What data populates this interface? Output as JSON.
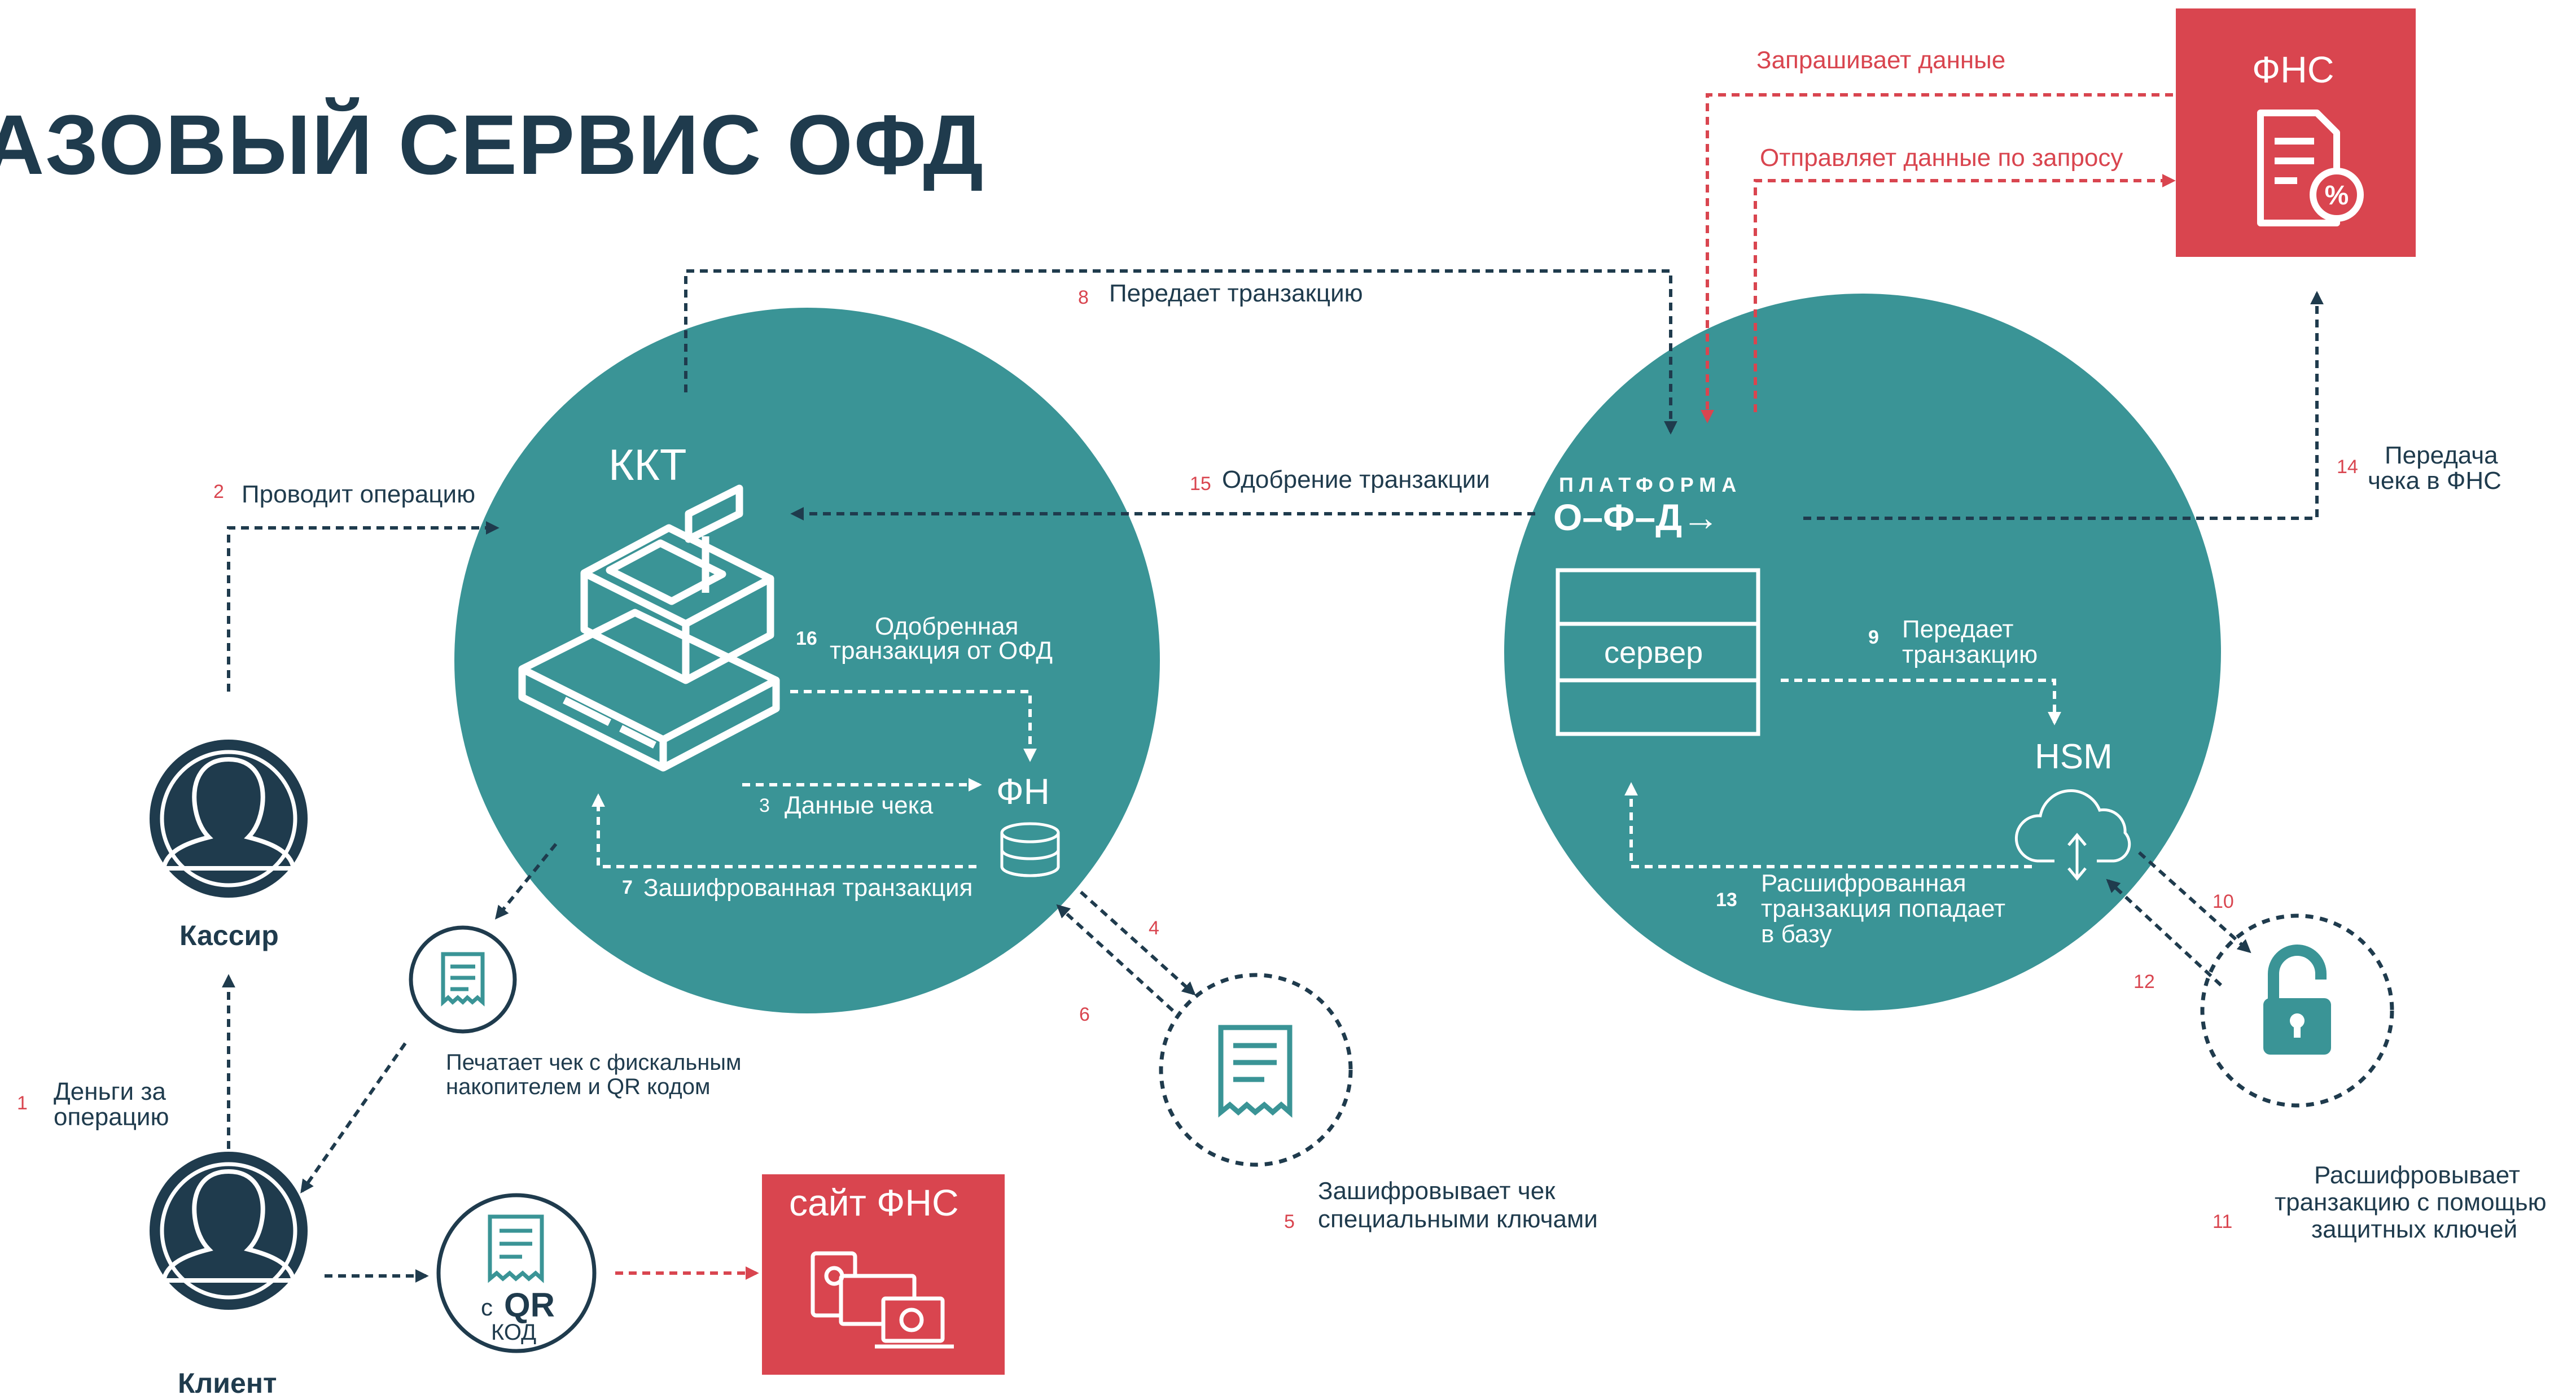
{
  "title": "АЗОВЫЙ СЕРВИС ОФД",
  "colors": {
    "teal": "#3a9496",
    "red": "#d9454f",
    "navy": "#1f3b4d",
    "white": "#ffffff"
  },
  "nodes": {
    "kkt": "ККТ",
    "fn": "ФН",
    "platform_top": "ПЛАТФОРМА",
    "platform_logo": "О–Ф–Д→",
    "server": "сервер",
    "hsm": "HSM",
    "fns": "ФНС",
    "site_fns": "сайт ФНС",
    "cashier": "Кассир",
    "client": "Клиент",
    "qr_prefix": "с",
    "qr_big": "QR",
    "qr_suffix": "КОД"
  },
  "steps": [
    {
      "num": "1",
      "text_lines": [
        "Деньги за",
        "операцию"
      ]
    },
    {
      "num": "2",
      "text_lines": [
        "Проводит операцию"
      ]
    },
    {
      "num": "3",
      "text_lines": [
        "Данные чека"
      ]
    },
    {
      "num": "4",
      "text_lines": []
    },
    {
      "num": "5",
      "text_lines": [
        "Зашифровывает чек",
        "специальными ключами"
      ]
    },
    {
      "num": "6",
      "text_lines": []
    },
    {
      "num": "7",
      "text_lines": [
        "Зашифрованная транзакция"
      ]
    },
    {
      "num": "8",
      "text_lines": [
        "Передает транзакцию"
      ]
    },
    {
      "num": "9",
      "text_lines": [
        "Передает",
        "транзакцию"
      ]
    },
    {
      "num": "10",
      "text_lines": []
    },
    {
      "num": "11",
      "text_lines": [
        "Расшифровывает",
        "транзакцию с помощью",
        "защитных ключей"
      ]
    },
    {
      "num": "12",
      "text_lines": []
    },
    {
      "num": "13",
      "text_lines": [
        "Расшифрованная",
        "транзакция попадает",
        "в базу"
      ]
    },
    {
      "num": "14",
      "text_lines": [
        "Передача",
        "чека в ФНС"
      ]
    },
    {
      "num": "15",
      "text_lines": [
        "Одобрение транзакции"
      ]
    },
    {
      "num": "16",
      "text_lines": [
        "Одобренная",
        "транзакция от ОФД"
      ]
    }
  ],
  "print_receipt_lines": [
    "Печатает чек с фискальным",
    "накопителем и QR кодом"
  ],
  "fns_requests": {
    "request": "Запрашивает данные",
    "response": "Отправляет данные по запросу"
  },
  "icons": {
    "cash_register": "cash-register-icon",
    "database": "database-icon",
    "receipt": "receipt-icon",
    "cloud": "cloud-sync-icon",
    "lock": "unlocked-padlock-icon",
    "document": "tax-document-icon",
    "devices": "devices-icon",
    "person": "person-icon"
  }
}
